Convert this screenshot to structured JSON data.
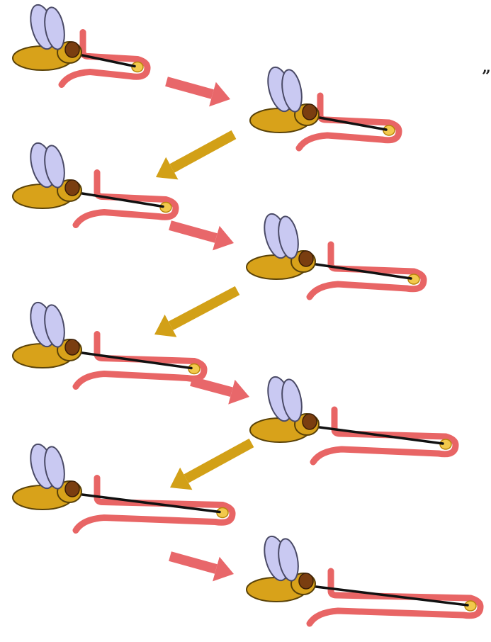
{
  "colors": {
    "background": "#ffffff",
    "wing": "#c9c9f2",
    "wing_outline": "#4a4a66",
    "body": "#d8a21a",
    "body_outline": "#5a4208",
    "head": "#7a3e10",
    "proboscis": "#111111",
    "pollen": "#f2c94c",
    "flower": "#e86565",
    "arrow_forward": "#e8676a",
    "arrow_back": "#d2a017"
  },
  "icons": {
    "insect": "fly-with-proboscis-icon",
    "flower": "tubular-flower-icon",
    "arrow_forward": "arrow-right-down-icon",
    "arrow_back": "arrow-left-down-icon"
  },
  "sequence": [
    {
      "stage": 1,
      "proboscis_length": 1,
      "flower_tube_length": 1
    },
    {
      "stage": 2,
      "proboscis_length": 2,
      "flower_tube_length": 2
    },
    {
      "stage": 3,
      "proboscis_length": 3,
      "flower_tube_length": 2
    },
    {
      "stage": 4,
      "proboscis_length": 4,
      "flower_tube_length": 3
    },
    {
      "stage": 5,
      "proboscis_length": 5,
      "flower_tube_length": 4
    },
    {
      "stage": 6,
      "proboscis_length": 6,
      "flower_tube_length": 5
    },
    {
      "stage": 7,
      "proboscis_length": 7,
      "flower_tube_length": 6
    },
    {
      "stage": 8,
      "proboscis_length": 8,
      "flower_tube_length": 7
    }
  ],
  "edge_mark": "„"
}
